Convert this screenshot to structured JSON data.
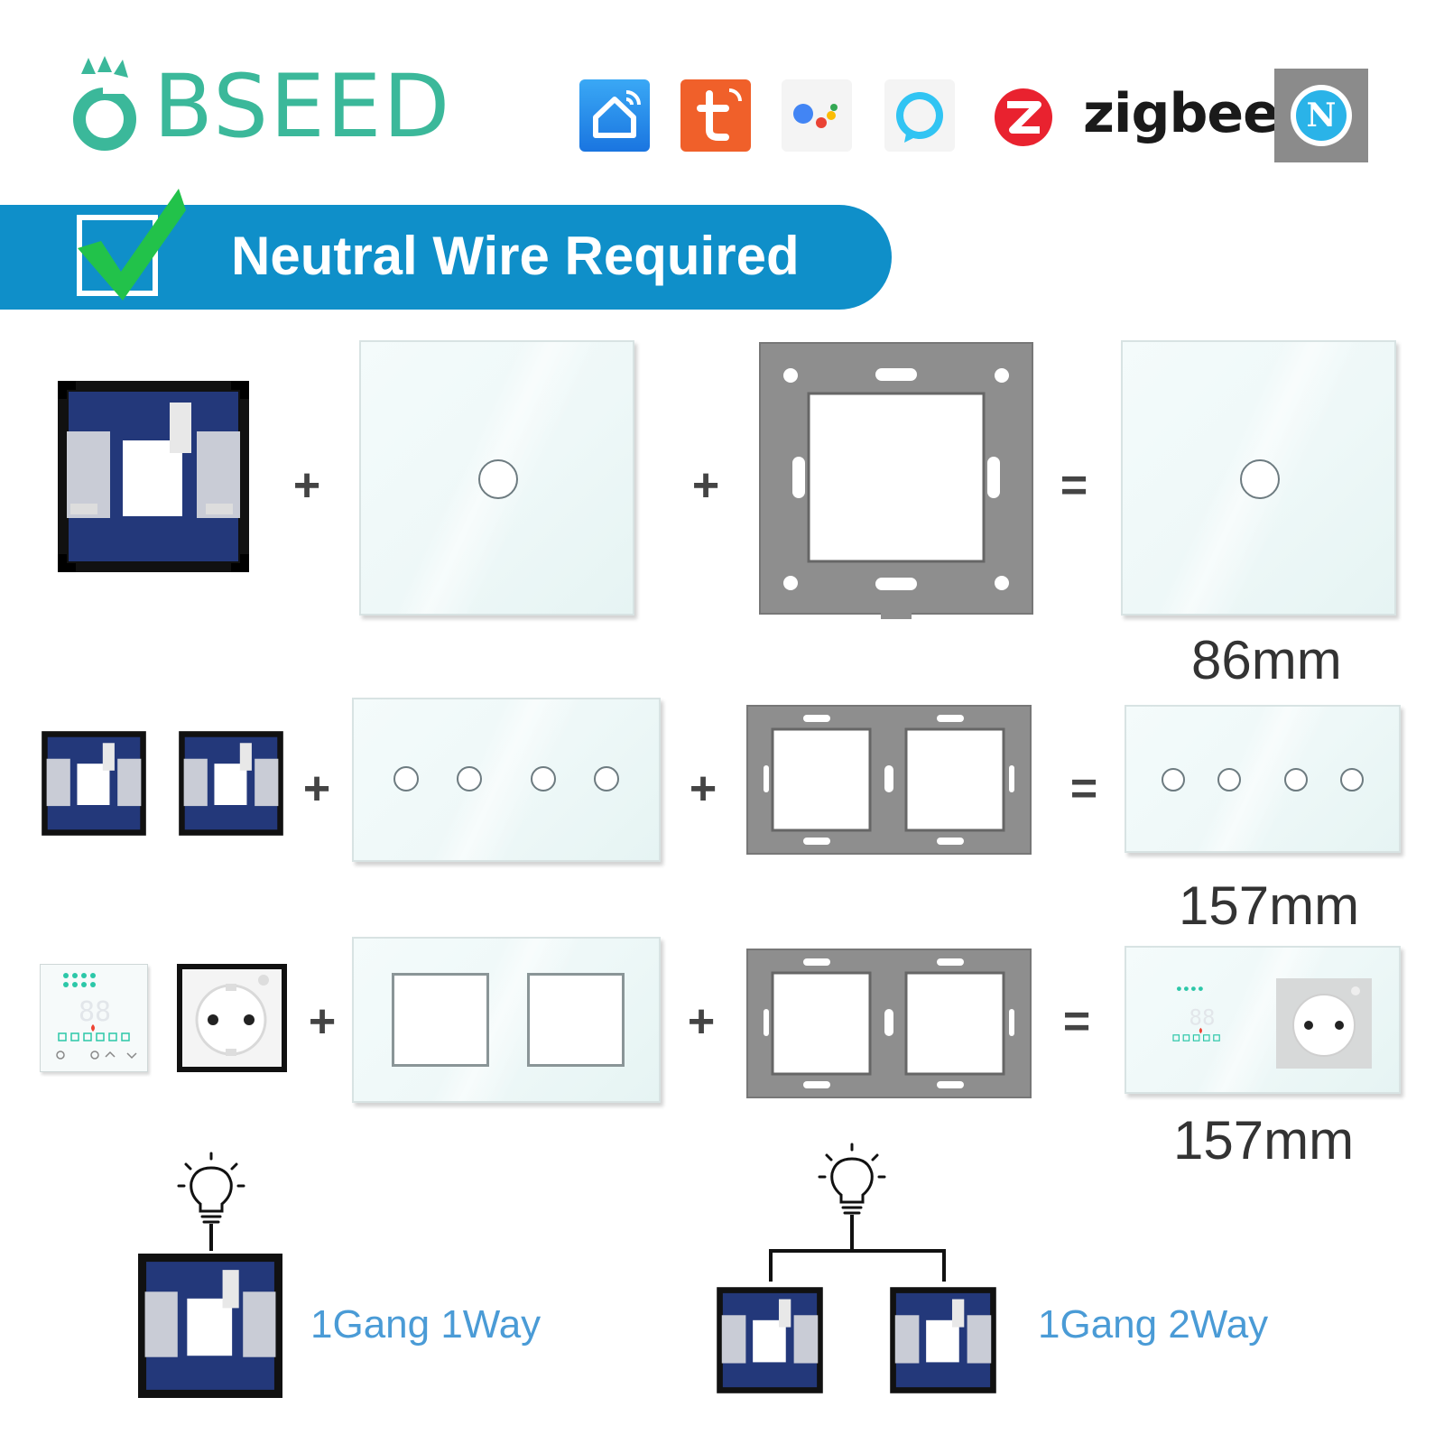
{
  "header": {
    "brand": "BSEED",
    "zigbee_label": "zigbee",
    "app_icons": [
      "smart-life-icon",
      "tuya-icon",
      "google-assistant-icon",
      "alexa-icon",
      "zigbee-icon",
      "n-app-icon"
    ]
  },
  "banner": {
    "text": "Neutral Wire Required",
    "color": "#0f8fc9"
  },
  "rows": [
    {
      "operators": [
        "+",
        "+",
        "="
      ],
      "dimension": "86mm",
      "touch_buttons": 1
    },
    {
      "operators": [
        "+",
        "+",
        "="
      ],
      "dimension": "157mm",
      "touch_buttons": 4
    },
    {
      "operators": [
        "+",
        "+",
        "="
      ],
      "dimension": "157mm",
      "touch_buttons": 0
    }
  ],
  "wiring": {
    "one_way_label": "1Gang 1Way",
    "two_way_label": "1Gang 2Way"
  },
  "colors": {
    "brand_green": "#3bb89a",
    "module_blue": "#233a7a",
    "caption_blue": "#4a9bd6",
    "frame_grey": "#8e8e8e"
  }
}
